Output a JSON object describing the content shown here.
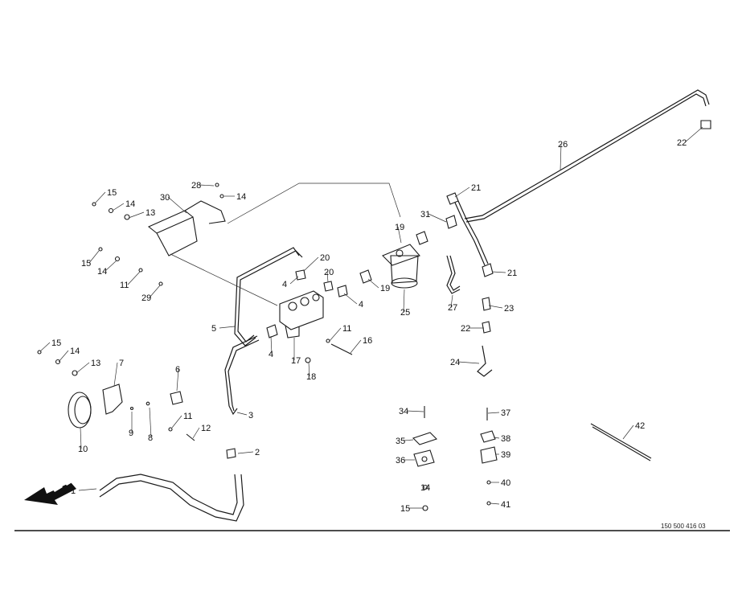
{
  "document_id": "150 500 416 03",
  "direction_arrow_icon": "forward-direction-arrow-icon",
  "callouts": [
    "1",
    "2",
    "3",
    "4",
    "4",
    "4",
    "5",
    "6",
    "7",
    "8",
    "9",
    "10",
    "11",
    "11",
    "11",
    "12",
    "13",
    "13",
    "14",
    "14",
    "14",
    "14",
    "14",
    "15",
    "15",
    "15",
    "15",
    "16",
    "17",
    "18",
    "19",
    "19",
    "20",
    "20",
    "21",
    "21",
    "22",
    "22",
    "23",
    "24",
    "25",
    "26",
    "27",
    "28",
    "29",
    "30",
    "31",
    "34",
    "35",
    "36",
    "37",
    "38",
    "39",
    "40",
    "41",
    "42"
  ]
}
